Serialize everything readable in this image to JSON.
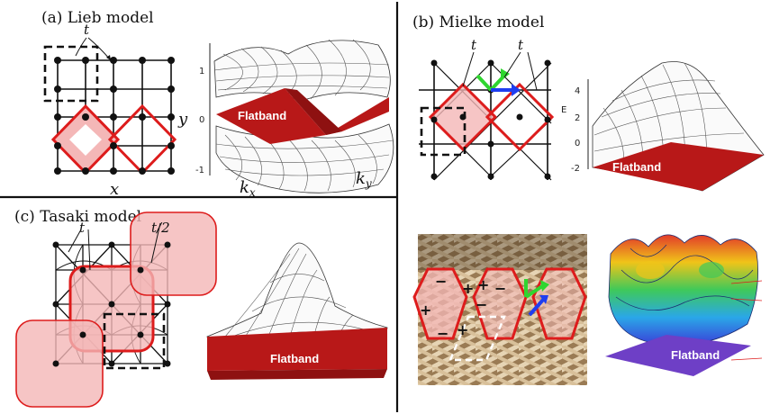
{
  "figure": {
    "panels": {
      "a": {
        "label": "(a) Lieb model",
        "hopping": "t",
        "axis_x": "x",
        "axis_y": "y",
        "k_x": "k",
        "k_x_sub": "x",
        "k_y": "k",
        "k_y_sub": "y",
        "ticks": [
          "1",
          "0",
          "-1"
        ],
        "flatband": "Flatband"
      },
      "b": {
        "label": "(b) Mielke model",
        "hopping_1": "t",
        "hopping_2": "t",
        "energy_axis": "E",
        "ticks": [
          "4",
          "2",
          "0",
          "-2"
        ],
        "flatband": "Flatband"
      },
      "c": {
        "label": "(c) Tasaki model",
        "hopping_1": "t",
        "hopping_2": "t/2",
        "flatband": "Flatband"
      },
      "d": {
        "signs": [
          "−",
          "+",
          "+",
          "−",
          "+",
          "−",
          "+",
          "−"
        ],
        "flatband": "Flatband"
      }
    },
    "colors": {
      "plaquette_red": "#dd1c1c",
      "plaquette_fill": "#f4b7b7",
      "flatband_red": "#b81818",
      "arrow_green": "#2fd62f",
      "arrow_blue": "#1f3ef0",
      "flatband_purple": "#6e3fc6"
    }
  }
}
